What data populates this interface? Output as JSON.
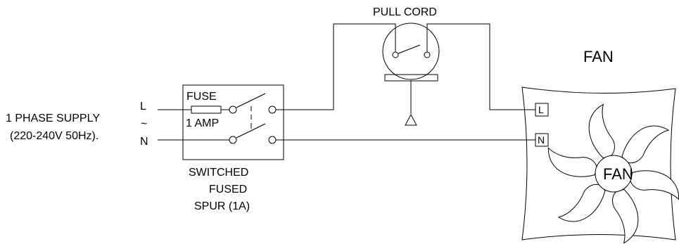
{
  "supply": {
    "line1": "1 PHASE SUPPLY",
    "line2": "(220-240V 50Hz).",
    "live": "L",
    "tilde": "~",
    "neutral": "N"
  },
  "spur": {
    "fuse_label": "FUSE",
    "rating_label": "1 AMP",
    "caption_line1": "SWITCHED",
    "caption_line2": "FUSED",
    "caption_line3": "SPUR (1A)"
  },
  "pull_cord": {
    "label": "PULL CORD"
  },
  "fan": {
    "title": "FAN",
    "terminal_live": "L",
    "terminal_neutral": "N"
  }
}
